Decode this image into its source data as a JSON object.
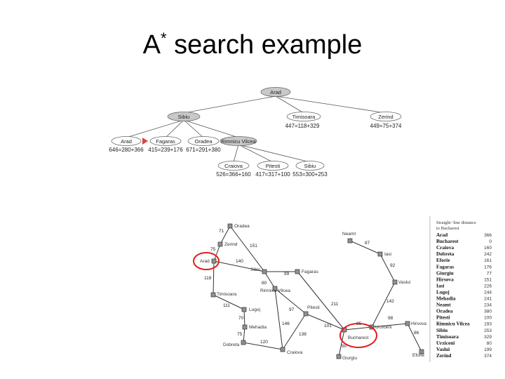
{
  "title": {
    "text": "A",
    "sup": "*",
    "rest": " search example"
  },
  "tree": {
    "root": "Arad",
    "level1": [
      {
        "label": "Sibiu",
        "value": ""
      },
      {
        "label": "Timisoara",
        "value": "447=118+329"
      },
      {
        "label": "Zerind",
        "value": "449=75+374"
      }
    ],
    "level2": [
      {
        "label": "Arad",
        "value": "646=280+366"
      },
      {
        "label": "Fagaras",
        "value": "415=239+176"
      },
      {
        "label": "Oradea",
        "value": "671=291+380"
      },
      {
        "label": "Rimnicu Vilcea",
        "value": ""
      }
    ],
    "level3": [
      {
        "label": "Craiova",
        "value": "526=366+160"
      },
      {
        "label": "Pitesti",
        "value": "417=317+100"
      },
      {
        "label": "Sibiu",
        "value": "553=300+253"
      }
    ]
  },
  "map": {
    "cities": [
      {
        "id": "oradea",
        "label": "Oradea"
      },
      {
        "id": "zerind",
        "label": "Zerind"
      },
      {
        "id": "arad",
        "label": "Arad"
      },
      {
        "id": "timisoara",
        "label": "Timisoara"
      },
      {
        "id": "lugoj",
        "label": "Lugoj"
      },
      {
        "id": "mehadia",
        "label": "Mehadia"
      },
      {
        "id": "dobreta",
        "label": "Dobreta"
      },
      {
        "id": "craiova",
        "label": "Craiova"
      },
      {
        "id": "sibiu",
        "label": "Sibiu"
      },
      {
        "id": "fagaras",
        "label": "Fagaras"
      },
      {
        "id": "rimnicu",
        "label": "Rimnicu Vilcea"
      },
      {
        "id": "pitesti",
        "label": "Pitesti"
      },
      {
        "id": "bucharest",
        "label": "Bucharest"
      },
      {
        "id": "giurgiu",
        "label": "Giurgiu"
      },
      {
        "id": "urziceni",
        "label": "Urziceni"
      },
      {
        "id": "hirsova",
        "label": "Hirsova"
      },
      {
        "id": "eforie",
        "label": "Eforie"
      },
      {
        "id": "vaslui",
        "label": "Vaslui"
      },
      {
        "id": "iasi",
        "label": "Iasi"
      },
      {
        "id": "neamt",
        "label": "Neamt"
      }
    ],
    "distances": {
      "oradea_zerind": "71",
      "zerind_arad": "75",
      "oradea_sibiu": "151",
      "arad_sibiu": "140",
      "arad_timisoara": "118",
      "timisoara_lugoj": "111",
      "lugoj_mehadia": "70",
      "mehadia_dobreta": "75",
      "dobreta_craiova": "120",
      "sibiu_fagaras": "99",
      "sibiu_rimnicu": "80",
      "rimnicu_pitesti": "97",
      "rimnicu_craiova": "146",
      "pitesti_craiova": "138",
      "fagaras_bucharest": "211",
      "pitesti_bucharest": "101",
      "bucharest_giurgiu": "90",
      "bucharest_urziceni": "85",
      "urziceni_hirsova": "98",
      "hirsova_eforie": "86",
      "urziceni_vaslui": "142",
      "vaslui_iasi": "92",
      "iasi_neamt": "87"
    }
  },
  "heuristic_table": {
    "header_line1": "Straight−line distance",
    "header_line2": "to Bucharest",
    "rows": [
      {
        "city": "Arad",
        "value": "366"
      },
      {
        "city": "Bucharest",
        "value": "0"
      },
      {
        "city": "Craiova",
        "value": "160"
      },
      {
        "city": "Dobreta",
        "value": "242"
      },
      {
        "city": "Eforie",
        "value": "161"
      },
      {
        "city": "Fagaras",
        "value": "176"
      },
      {
        "city": "Giurgiu",
        "value": "77"
      },
      {
        "city": "Hirsova",
        "value": "151"
      },
      {
        "city": "Iasi",
        "value": "226"
      },
      {
        "city": "Lugoj",
        "value": "244"
      },
      {
        "city": "Mehadia",
        "value": "241"
      },
      {
        "city": "Neamt",
        "value": "234"
      },
      {
        "city": "Oradea",
        "value": "380"
      },
      {
        "city": "Pitesti",
        "value": "100"
      },
      {
        "city": "Rimnicu Vilcea",
        "value": "193"
      },
      {
        "city": "Sibiu",
        "value": "253"
      },
      {
        "city": "Timisoara",
        "value": "329"
      },
      {
        "city": "Urziceni",
        "value": "80"
      },
      {
        "city": "Vaslui",
        "value": "199"
      },
      {
        "city": "Zerind",
        "value": "374"
      }
    ]
  },
  "colors": {
    "expanded": "#c8c8c8",
    "highlight": "#e0201b",
    "pointer": "#e04040"
  }
}
